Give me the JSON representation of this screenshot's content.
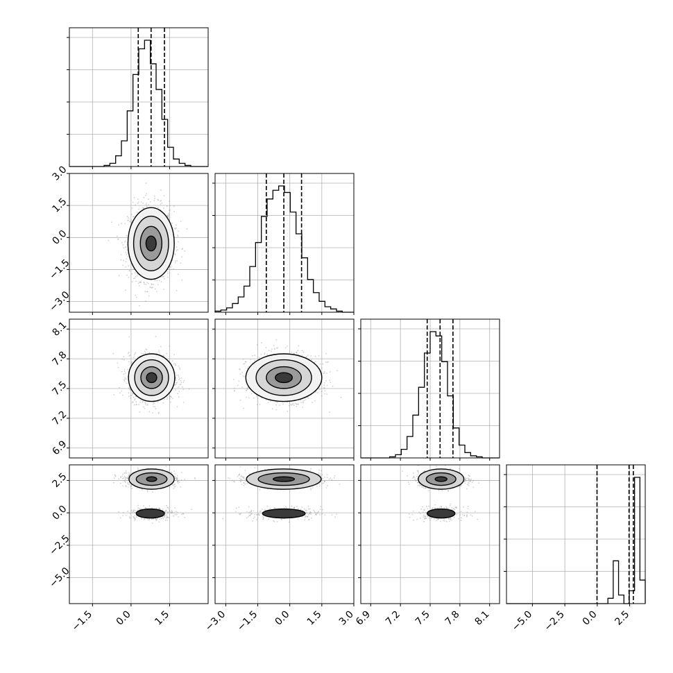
{
  "chart_data": {
    "type": "corner",
    "parameters": 4,
    "axes": {
      "p0": {
        "range": [
          -2.4,
          3.0
        ],
        "ticks": [
          "−1.5",
          "0.0",
          "1.5"
        ],
        "tick_values": [
          -1.5,
          0.0,
          1.5
        ]
      },
      "p1": {
        "range": [
          -3.5,
          3.0
        ],
        "ticks": [
          "−3.0",
          "−1.5",
          "0.0",
          "1.5",
          "3.0"
        ],
        "tick_values": [
          -3.0,
          -1.5,
          0.0,
          1.5,
          3.0
        ]
      },
      "p2": {
        "range": [
          6.8,
          8.2
        ],
        "ticks": [
          "6.9",
          "7.2",
          "7.5",
          "7.8",
          "8.1"
        ],
        "tick_values": [
          6.9,
          7.2,
          7.5,
          7.8,
          8.1
        ]
      },
      "p3": {
        "range": [
          -7.0,
          3.7
        ],
        "ticks": [
          "−5.0",
          "−2.5",
          "0.0",
          "2.5"
        ],
        "tick_values": [
          -5.0,
          -2.5,
          0.0,
          2.5
        ]
      }
    },
    "grid": true,
    "histograms": [
      {
        "param": "p0",
        "quantiles": [
          0.28,
          0.78,
          1.3
        ],
        "bins": [
          -2.4,
          3.0,
          24
        ],
        "counts": [
          0,
          0,
          0,
          0,
          0,
          0,
          1,
          3,
          10,
          24,
          52,
          86,
          110,
          118,
          96,
          72,
          44,
          18,
          7,
          3,
          1,
          0,
          0,
          0
        ]
      },
      {
        "param": "p1",
        "quantiles": [
          -1.1,
          -0.28,
          0.55
        ],
        "bins": [
          -3.5,
          3.0,
          24
        ],
        "counts": [
          1,
          2,
          4,
          8,
          14,
          24,
          42,
          64,
          88,
          104,
          112,
          116,
          110,
          92,
          72,
          50,
          30,
          18,
          10,
          5,
          3,
          1,
          0,
          0
        ]
      },
      {
        "param": "p2",
        "quantiles": [
          7.47,
          7.6,
          7.73
        ],
        "bins": [
          6.8,
          8.2,
          24
        ],
        "counts": [
          0,
          0,
          0,
          0,
          0,
          1,
          3,
          8,
          20,
          40,
          66,
          98,
          118,
          114,
          90,
          58,
          28,
          12,
          5,
          2,
          1,
          0,
          0,
          0
        ]
      },
      {
        "param": "p3",
        "quantiles": [
          -0.02,
          2.45,
          2.78
        ],
        "bins": [
          -7.0,
          3.7,
          26
        ],
        "counts": [
          0,
          0,
          0,
          0,
          0,
          0,
          0,
          0,
          0,
          0,
          0,
          0,
          0,
          0,
          0,
          0,
          0,
          0,
          0,
          5,
          40,
          8,
          0,
          12,
          118,
          22
        ]
      }
    ],
    "scatter_panels": [
      {
        "x": "p0",
        "y": "p1",
        "blobs": [
          {
            "cx": 0.78,
            "cy": -0.28,
            "sx": 0.42,
            "sy": 0.82,
            "weight": 1.0
          }
        ],
        "contours": [
          {
            "x": 0.78,
            "y": -0.28,
            "rx": [
              0.2,
              0.42,
              0.68,
              0.9
            ],
            "ry": [
              0.35,
              0.8,
              1.28,
              1.68
            ]
          }
        ]
      },
      {
        "x": "p0",
        "y": "p2",
        "blobs": [
          {
            "cx": 0.8,
            "cy": 7.61,
            "sx": 0.42,
            "sy": 0.11,
            "weight": 1.0
          }
        ],
        "contours": [
          {
            "x": 0.8,
            "y": 7.61,
            "rx": [
              0.2,
              0.42,
              0.66,
              0.9
            ],
            "ry": [
              0.05,
              0.11,
              0.18,
              0.24
            ]
          }
        ]
      },
      {
        "x": "p1",
        "y": "p2",
        "blobs": [
          {
            "cx": -0.28,
            "cy": 7.61,
            "sx": 0.8,
            "sy": 0.11,
            "weight": 1.0
          }
        ],
        "contours": [
          {
            "x": -0.28,
            "y": 7.61,
            "rx": [
              0.4,
              0.82,
              1.3,
              1.78
            ],
            "ry": [
              0.05,
              0.11,
              0.18,
              0.24
            ]
          }
        ]
      },
      {
        "x": "p0",
        "y": "p3",
        "blobs": [
          {
            "cx": 0.8,
            "cy": 2.6,
            "sx": 0.45,
            "sy": 0.28,
            "weight": 0.8
          },
          {
            "cx": 0.8,
            "cy": -0.05,
            "sx": 0.45,
            "sy": 0.25,
            "weight": 0.2
          }
        ],
        "contours": [
          {
            "x": 0.8,
            "y": 2.6,
            "rx": [
              0.2,
              0.6,
              0.88
            ],
            "ry": [
              0.18,
              0.48,
              0.78
            ]
          },
          {
            "x": 0.75,
            "y": -0.05,
            "rx": [
              0.55
            ],
            "ry": [
              0.35
            ]
          }
        ]
      },
      {
        "x": "p1",
        "y": "p3",
        "blobs": [
          {
            "cx": -0.28,
            "cy": 2.6,
            "sx": 0.82,
            "sy": 0.28,
            "weight": 0.8
          },
          {
            "cx": -0.28,
            "cy": -0.05,
            "sx": 0.82,
            "sy": 0.25,
            "weight": 0.2
          }
        ],
        "contours": [
          {
            "x": -0.28,
            "y": 2.6,
            "rx": [
              0.5,
              1.2,
              1.75
            ],
            "ry": [
              0.18,
              0.48,
              0.78
            ]
          },
          {
            "x": -0.28,
            "y": -0.05,
            "rx": [
              1.0
            ],
            "ry": [
              0.35
            ]
          }
        ]
      },
      {
        "x": "p2",
        "y": "p3",
        "blobs": [
          {
            "cx": 7.61,
            "cy": 2.6,
            "sx": 0.11,
            "sy": 0.28,
            "weight": 0.8
          },
          {
            "cx": 7.61,
            "cy": -0.05,
            "sx": 0.11,
            "sy": 0.25,
            "weight": 0.2
          }
        ],
        "contours": [
          {
            "x": 7.61,
            "y": 2.6,
            "rx": [
              0.06,
              0.15,
              0.23
            ],
            "ry": [
              0.18,
              0.48,
              0.78
            ]
          },
          {
            "x": 7.61,
            "y": -0.05,
            "rx": [
              0.14
            ],
            "ry": [
              0.35
            ]
          }
        ]
      }
    ]
  }
}
